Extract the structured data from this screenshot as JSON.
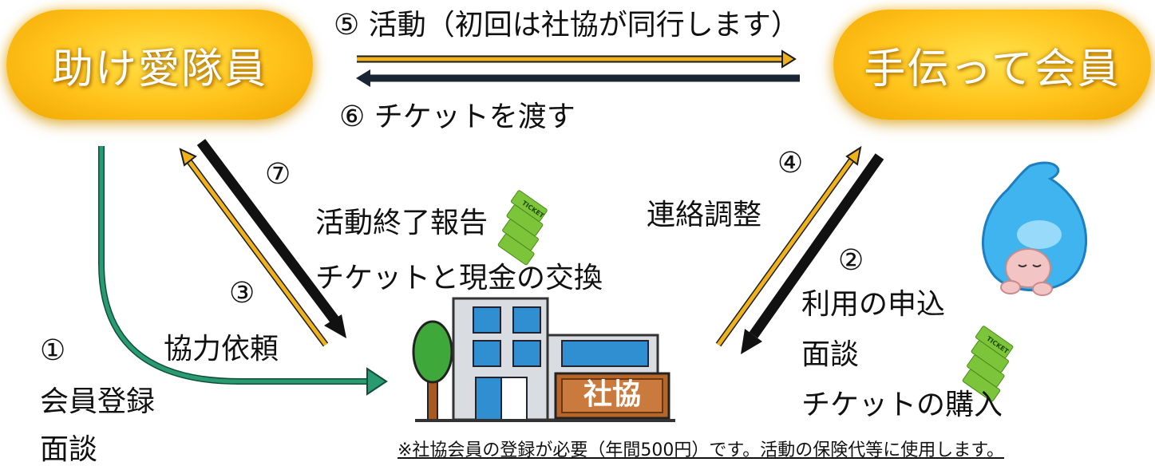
{
  "nodes": {
    "volunteer": "助け愛隊員",
    "member": "手伝って会員",
    "shakyo": "社協"
  },
  "labels": {
    "step5": "⑤ 活動（初回は社協が同行します）",
    "step6": "⑥ チケットを渡す",
    "step7_num": "⑦",
    "step7_line1": "活動終了報告",
    "step7_line2": "チケットと現金の交換",
    "step3_num": "③",
    "step3_text": "協力依頼",
    "step4_num": "④",
    "step4_text": "連絡調整",
    "step2_num": "②",
    "step2_line1": "利用の申込",
    "step2_line2": "面談",
    "step2_line3": "チケットの購入",
    "step1_num": "①",
    "step1_line1": "会員登録",
    "step1_line2": "面談"
  },
  "ticket_text": "TICKET",
  "note": "※社協会員の登録が必要（年間500円）です。活動の保険代等に使用します。",
  "colors": {
    "pill": "#ffc21a",
    "gold_arrow": "#f0b21c",
    "black_arrow": "#111111",
    "green_arrow": "#1f8a66",
    "building_blue": "#2f8fd0",
    "sign_brown": "#b8652a",
    "ticket_green": "#7cc43a"
  }
}
